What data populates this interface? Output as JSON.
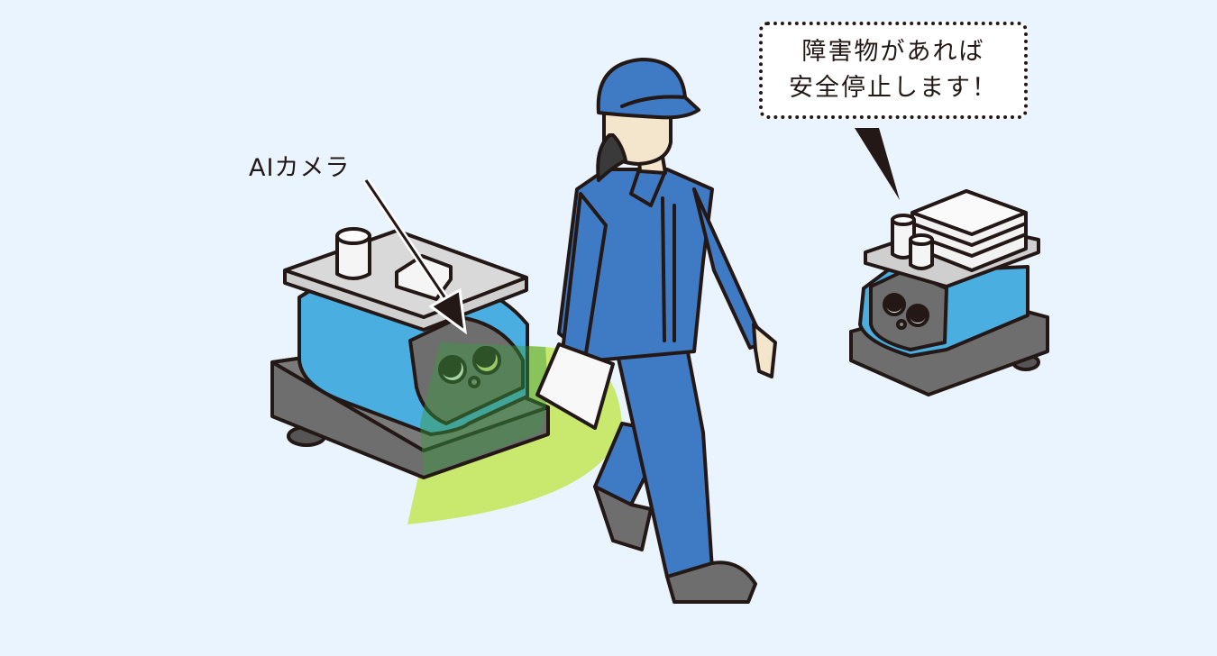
{
  "illustration": {
    "background_color": "#eaf4ff",
    "camera_label": "AIカメラ",
    "speech_bubble": {
      "line1": "障害物があれば",
      "line2": "安全停止します！"
    },
    "colors": {
      "robot_blue": "#4aaee0",
      "robot_gray": "#6e6e6e",
      "tray_gray": "#cfcfcf",
      "detection_green": "#c8e86e",
      "worker_blue": "#3f7ac4",
      "skin": "#f3e6cc",
      "shoes": "#6e6e6e",
      "outline": "#231815"
    }
  }
}
